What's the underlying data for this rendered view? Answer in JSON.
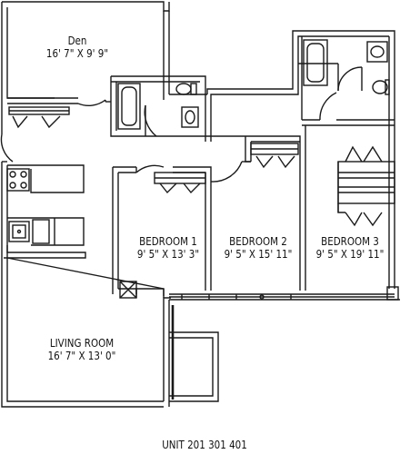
{
  "rooms": {
    "den": {
      "name": "Den",
      "dims": "16' 7\" X 9' 9\""
    },
    "bedroom1": {
      "name": "BEDROOM 1",
      "dims": "9' 5\" X 13' 3\""
    },
    "bedroom2": {
      "name": "BEDROOM 2",
      "dims": "9' 5\" X 15' 11\""
    },
    "bedroom3": {
      "name": "BEDROOM 3",
      "dims": "9' 5\" X 19' 11\""
    },
    "living": {
      "name": "LIVING ROOM",
      "dims": "16' 7\" X 13' 0\""
    }
  },
  "unit_label": "UNIT 201 301 401",
  "colors": {
    "wall": "#1a1a1a",
    "background": "#ffffff"
  }
}
